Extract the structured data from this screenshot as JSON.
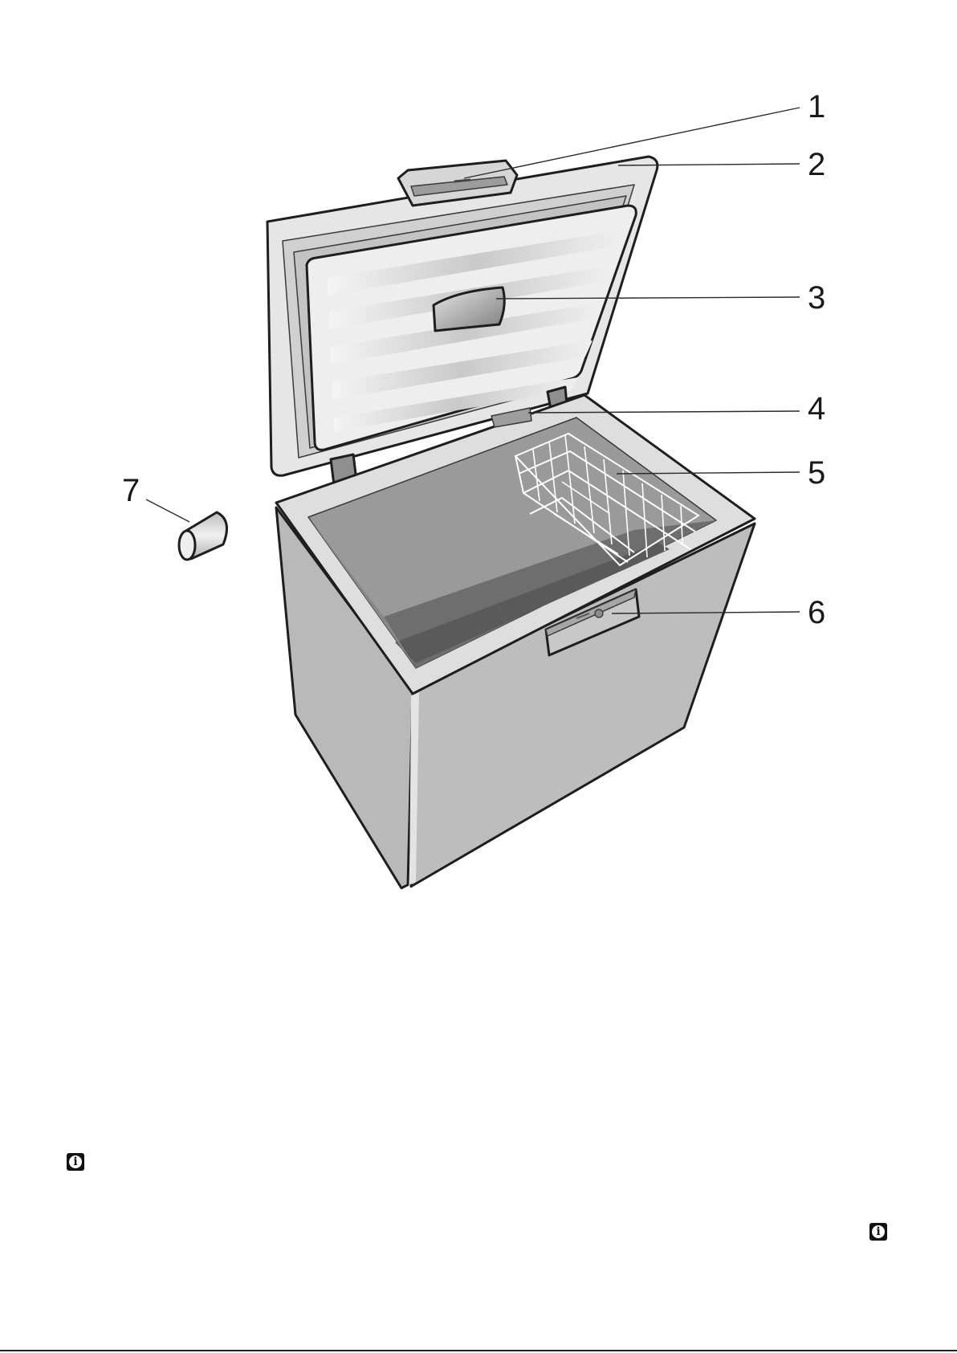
{
  "diagram": {
    "callouts": [
      {
        "number": "1"
      },
      {
        "number": "2"
      },
      {
        "number": "3"
      },
      {
        "number": "4"
      },
      {
        "number": "5"
      },
      {
        "number": "6"
      },
      {
        "number": "7"
      }
    ]
  },
  "icons": {
    "info_left": "info-icon",
    "info_right": "info-icon"
  },
  "colors": {
    "body_grey": "#b9b9b9",
    "lid_grey": "#dcdcdc",
    "cavity_grey": "#9a9a9a",
    "cavity_dark": "#6e6e6e",
    "outline": "#1e1e1e"
  }
}
